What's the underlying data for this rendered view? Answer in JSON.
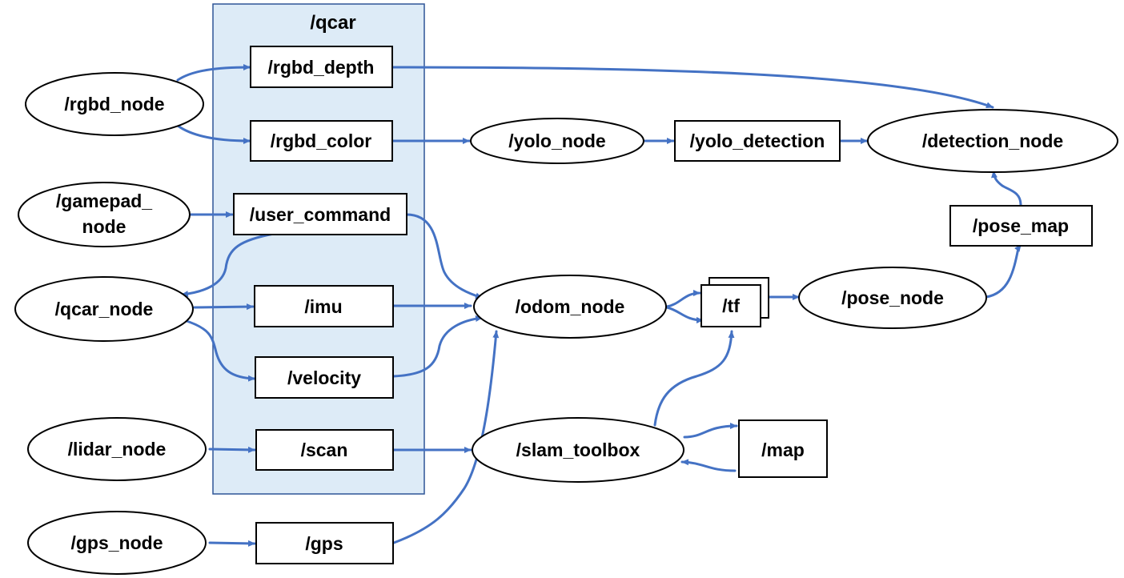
{
  "group": {
    "label": "/qcar"
  },
  "nodes": {
    "rgbd_node": "/rgbd_node",
    "gamepad_node_line1": "/gamepad_",
    "gamepad_node_line2": "node",
    "qcar_node": "/qcar_node",
    "lidar_node": "/lidar_node",
    "gps_node": "/gps_node",
    "yolo_node": "/yolo_node",
    "odom_node": "/odom_node",
    "slam_toolbox": "/slam_toolbox",
    "detection_node": "/detection_node",
    "pose_node": "/pose_node"
  },
  "topics": {
    "rgbd_depth": "/rgbd_depth",
    "rgbd_color": "/rgbd_color",
    "user_command": "/user_command",
    "imu": "/imu",
    "velocity": "/velocity",
    "scan": "/scan",
    "gps": "/gps",
    "yolo_detection": "/yolo_detection",
    "pose_map": "/pose_map",
    "tf": "/tf",
    "map": "/map"
  },
  "colors": {
    "edge": "#4472C4",
    "group_fill": "#DDEBF7",
    "group_border": "#2F5597"
  }
}
